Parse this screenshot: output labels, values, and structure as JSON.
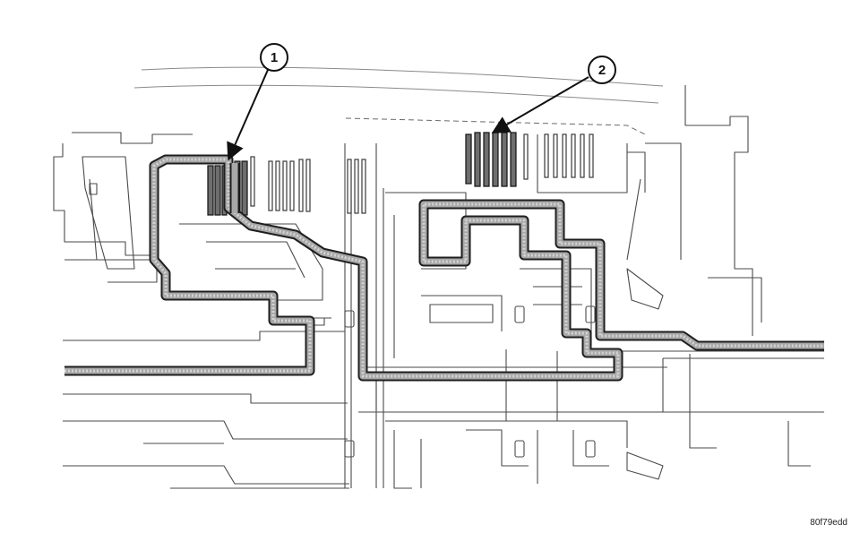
{
  "callouts": [
    {
      "label": "1"
    },
    {
      "label": "2"
    }
  ],
  "figure_code": "80f79edd"
}
